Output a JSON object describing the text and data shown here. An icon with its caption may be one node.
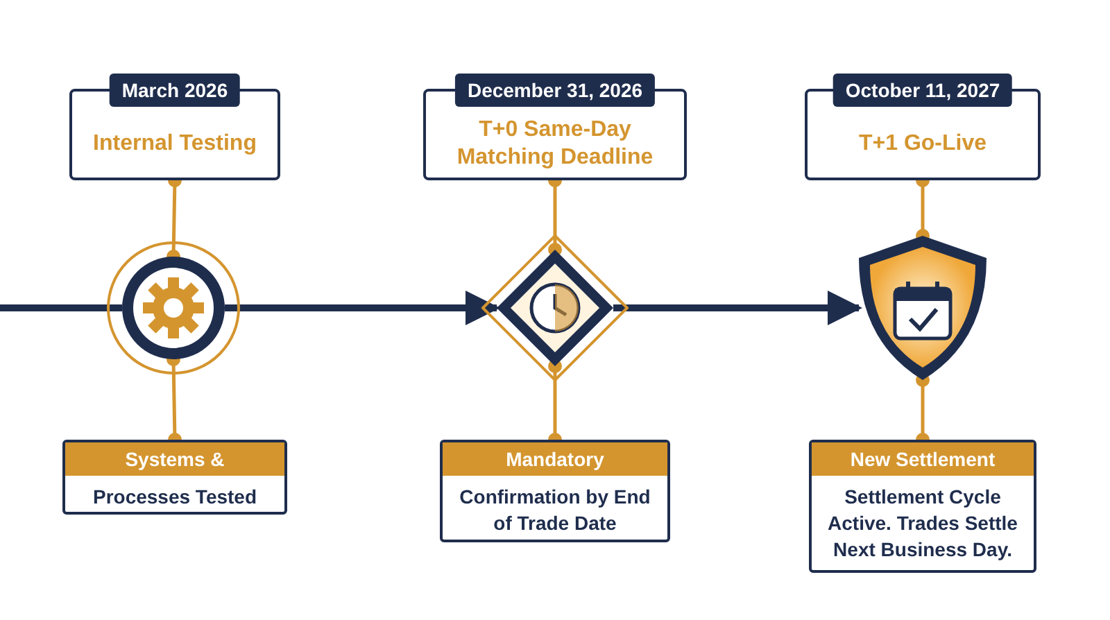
{
  "diagram": {
    "nodes": [
      {
        "text": [
          "March 2026",
          "Internal Testing"
        ]
      },
      {
        "text": [],
        "shape": "circle"
      },
      {
        "text": [
          "Systems &",
          "Processes Tested"
        ]
      },
      {
        "text": [
          "December 31, 2026",
          "T+0 Same-Day Matching Deadline"
        ]
      },
      {
        "text": [],
        "shape": "diamond"
      },
      {
        "text": [
          "Mandatory",
          "Confirmation by End of Trade Date"
        ]
      },
      {
        "text": [
          "October 11, 2027",
          "T+1 Go-Live"
        ]
      },
      {
        "text": [],
        "shape": "shield"
      },
      {
        "text": [
          "New Settlement",
          "Settlement Cycle Active. Trades Settle Next Business Day."
        ]
      }
    ],
    "edges": [
      {
        "from": null,
        "to": 1,
        "arrow": "none",
        "style": "thick",
        "color": "#1f2d4d"
      },
      {
        "from": 1,
        "to": 4,
        "arrow": "to",
        "style": "thick",
        "color": "#1f2d4d"
      },
      {
        "from": 4,
        "to": 7,
        "arrow": "to",
        "style": "thick",
        "color": "#1f2d4d"
      },
      {
        "from": 0,
        "to": 1,
        "arrow": "other",
        "color": "#d4952f"
      },
      {
        "from": 1,
        "to": 2,
        "arrow": "other",
        "color": "#d4952f"
      },
      {
        "from": 3,
        "to": 4,
        "arrow": "other",
        "color": "#d4952f"
      },
      {
        "from": 4,
        "to": 5,
        "arrow": "other",
        "color": "#d4952f"
      },
      {
        "from": 6,
        "to": 7,
        "arrow": "other",
        "color": "#d4952f"
      },
      {
        "from": 7,
        "to": 8,
        "arrow": "other",
        "color": "#d4952f"
      }
    ]
  }
}
